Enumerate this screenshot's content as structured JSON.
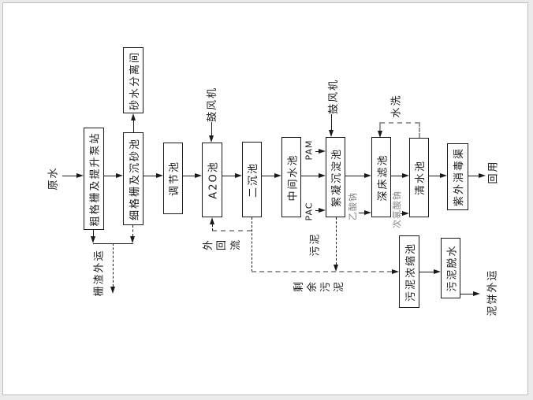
{
  "canvas": {
    "page_background": "#ffffff",
    "outer_background": "#ebebeb",
    "frame_color": "#c0c0c0",
    "line_color": "#1a1a1a",
    "sludge_line_color": "#999999",
    "chemical_label_color": "#808080"
  },
  "nodes": {
    "coarse_screen": "粗格栅及提升泵站",
    "fine_screen": "细格栅及沉砂池",
    "sand_water_separator": "砂水分离间",
    "regulating_tank": "调节池",
    "a2o_tank": "A2O池",
    "secondary_clarifier": "二沉池",
    "intermediate_tank": "中间水池",
    "flocculation_tank": "絮凝沉淀池",
    "deep_bed_filter": "深床滤池",
    "clean_water_tank": "清水池",
    "uv_channel": "紫外消毒渠",
    "sludge_thickener": "污泥浓缩池",
    "sludge_dewatering": "污泥脱水"
  },
  "labels": {
    "raw_water": "原水",
    "screen_residue_out": "栅渣外运",
    "blower_1": "鼓风机",
    "blower_2": "鼓风机",
    "pam": "PAM",
    "pac": "PAC",
    "sodium_acetate": "乙酸钠",
    "sodium_hypochlorite": "次氯酸钠",
    "backwash": "水洗",
    "external_return": "外回流",
    "sludge": "污泥",
    "excess_sludge": "剩余污泥",
    "reuse": "回用",
    "mud_cake_out": "泥饼外运"
  }
}
